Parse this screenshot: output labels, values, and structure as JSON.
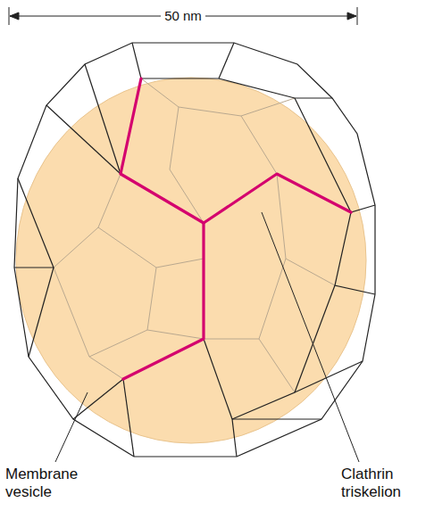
{
  "diagram": {
    "labels": [
      "50 nm",
      "Membrane vesicle",
      "Clathrin triskelion"
    ]
  }
}
